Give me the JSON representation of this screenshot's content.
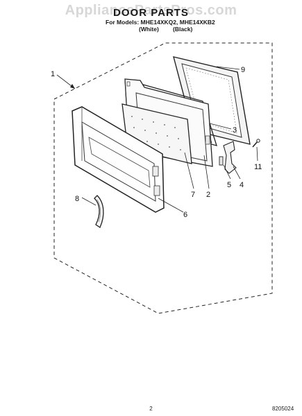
{
  "header": {
    "watermark": "AppliancePartsPros.com",
    "title": "DOOR PARTS",
    "models_line": "For Models: MHE14XKQ2, MHE14XKB2",
    "variant_1": "(White)",
    "variant_2": "(Black)"
  },
  "callouts": [
    "1",
    "9",
    "3",
    "2",
    "7",
    "5",
    "4",
    "11",
    "6",
    "8"
  ],
  "footer": {
    "page_number": "2",
    "doc_number": "8205024"
  }
}
